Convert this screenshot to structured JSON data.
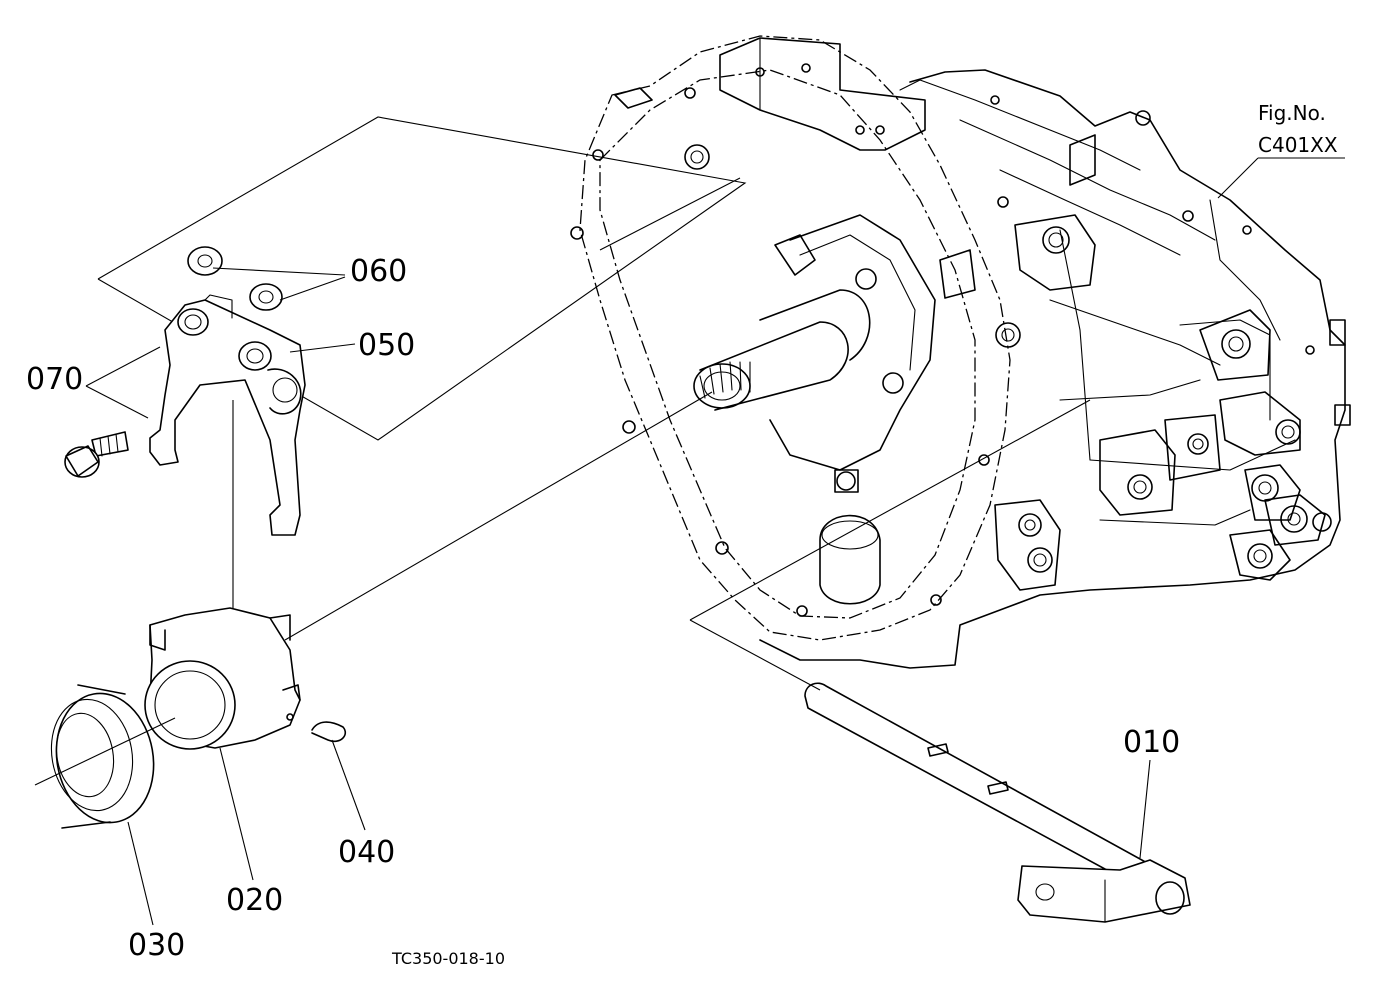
{
  "figure": {
    "label_line1": "Fig.No.",
    "label_line2": "C401XX",
    "drawing_code": "TC350-018-10"
  },
  "parts": [
    {
      "number": "010"
    },
    {
      "number": "020"
    },
    {
      "number": "030"
    },
    {
      "number": "040"
    },
    {
      "number": "050"
    },
    {
      "number": "060"
    },
    {
      "number": "070"
    }
  ]
}
